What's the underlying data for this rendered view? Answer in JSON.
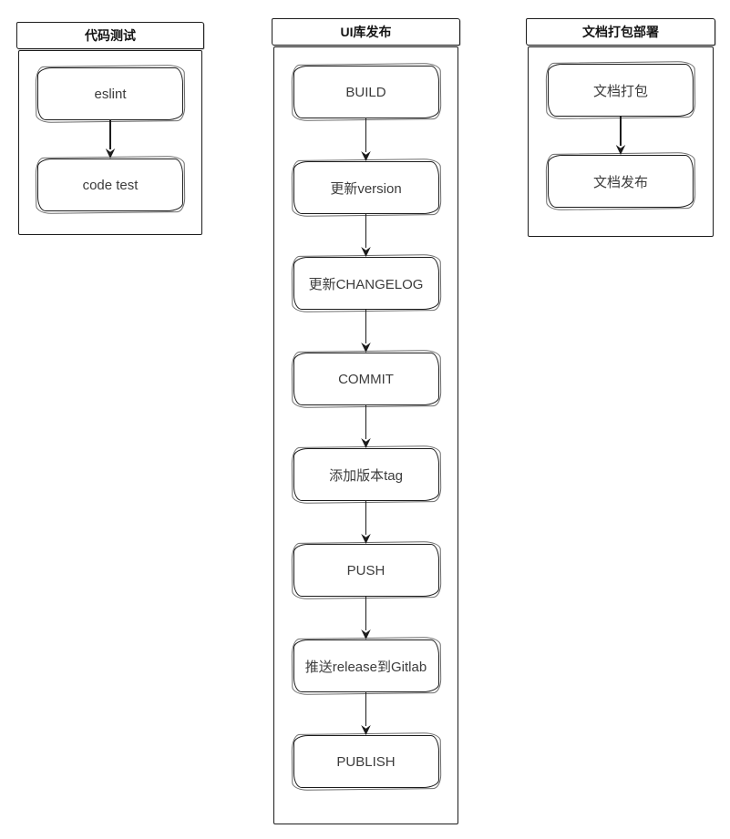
{
  "diagram": {
    "background": "#ffffff",
    "stroke_color": "#1c1c1c",
    "node_text_color": "#3c3c3c",
    "title_text_color": "#141414",
    "containers": [
      {
        "title": "代码测试",
        "nodes": [
          "eslint",
          "code test"
        ]
      },
      {
        "title": "UI库发布",
        "nodes": [
          "BUILD",
          "更新version",
          "更新CHANGELOG",
          "COMMIT",
          "添加版本tag",
          "PUSH",
          "推送release到Gitlab",
          "PUBLISH"
        ]
      },
      {
        "title": "文档打包部署",
        "nodes": [
          "文档打包",
          "文档发布"
        ]
      }
    ]
  }
}
